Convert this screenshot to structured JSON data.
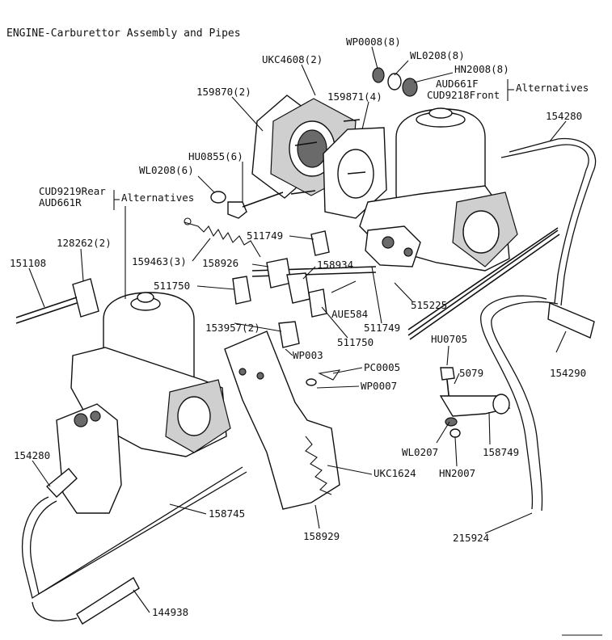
{
  "title": "ENGINE-Carburettor Assembly and Pipes",
  "labels": {
    "wp0008": "WP0008(8)",
    "wl0208_8": "WL0208(8)",
    "hn2008": "HN2008(8)",
    "ukc4608": "UKC4608(2)",
    "aud661f": "AUD661F",
    "cud9218": "CUD9218Front",
    "alt_front": "Alternatives",
    "p159870": "159870(2)",
    "p159871": "159871(4)",
    "p154280_top": "154280",
    "hu0855": "HU0855(6)",
    "wl0208_6": "WL0208(6)",
    "cud9219": "CUD9219Rear",
    "aud661r": "AUD661R",
    "alt_rear": "Alternatives",
    "p128262": "128262(2)",
    "p151108": "151108",
    "p511749_a": "511749",
    "p159463": "159463(3)",
    "p158926": "158926",
    "p158934": "158934",
    "p511750_a": "511750",
    "aue584": "AUE584",
    "p515225": "515225",
    "p153957": "153957(2)",
    "p511749_b": "511749",
    "p511750_b": "511750",
    "wp003": "WP003",
    "hu0705": "HU0705",
    "p154290": "154290",
    "pc0005": "PC0005",
    "p5079": "5079",
    "wp0007": "WP0007",
    "p154280_bot": "154280",
    "wl0207": "WL0207",
    "p158749": "158749",
    "hn2007": "HN2007",
    "ukc1624": "UKC1624",
    "p158745": "158745",
    "p158929": "158929",
    "p215924": "215924",
    "p144938": "144938"
  }
}
